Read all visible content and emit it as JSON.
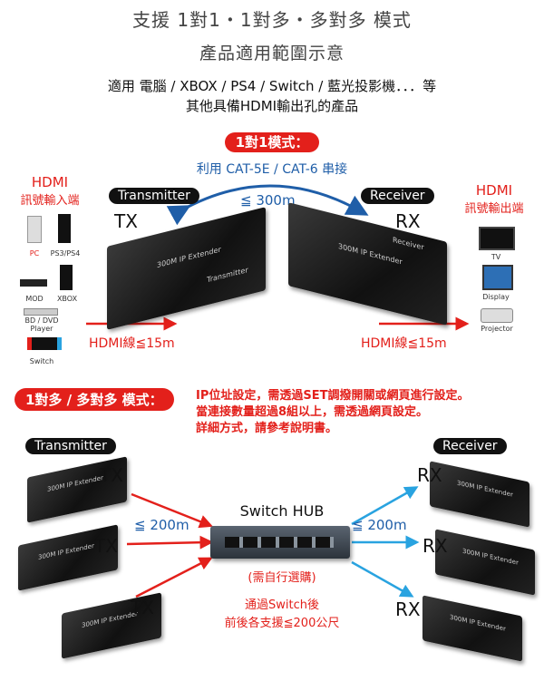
{
  "title": "支援 1對1・1對多・多對多 模式",
  "subtitle": "產品適用範圍示意",
  "desc_line1": "適用 電腦 / XBOX / PS4 / Switch / 藍光投影機．．．等",
  "desc_line2": "其他具備HDMI輸出孔的產品",
  "mode1": {
    "badge": "1對1模式：",
    "cable": "利用 CAT-5E / CAT-6 串接",
    "distance": "≦ 300m",
    "tx_badge": "Transmitter",
    "rx_badge": "Receiver",
    "tx": "TX",
    "rx": "RX",
    "in_title1": "HDMI",
    "in_title2": "訊號輸入端",
    "out_title1": "HDMI",
    "out_title2": "訊號輸出端",
    "sources": [
      "PC",
      "PS3/PS4",
      "MOD",
      "XBOX",
      "BD / DVD Player",
      "Switch"
    ],
    "outputs": [
      "TV",
      "Display",
      "Projector"
    ],
    "hdmi_in": "HDMI線≦15m",
    "hdmi_out": "HDMI線≦15m",
    "device_label": "300M IP Extender",
    "device_tx_tag": "Transmitter",
    "device_rx_tag": "Receiver"
  },
  "mode2": {
    "badge": "1對多 / 多對多 模式：",
    "note1": "IP位址設定，需透過SET調撥開關或網頁進行設定。",
    "note2": "當連接數量超過8組以上，需透過網頁設定。",
    "note3": "詳細方式，請參考說明書。",
    "tx_badge": "Transmitter",
    "rx_badge": "Receiver",
    "tx": "TX",
    "rx": "RX",
    "hub": "Switch HUB",
    "left_dist": "≦ 200m",
    "right_dist": "≦ 200m",
    "hub_note": "(需自行選購)",
    "after1": "通過Switch後",
    "after2": "前後各支援≦200公尺",
    "device_label": "300M IP Extender"
  },
  "colors": {
    "red": "#e3201b",
    "blue": "#1f5ea8",
    "cyan": "#29a3e0"
  }
}
